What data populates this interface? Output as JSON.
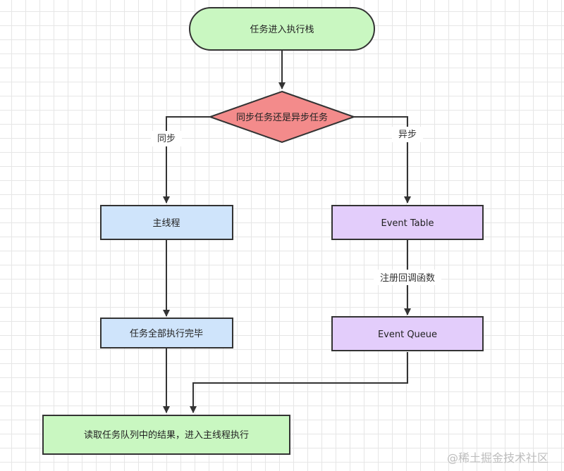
{
  "nodes": {
    "start": {
      "label": "任务进入执行栈",
      "fill": "#c9f7c1"
    },
    "decision": {
      "label": "同步任务还是异步任务",
      "fill": "#f38b8b"
    },
    "main_thread": {
      "label": "主线程",
      "fill": "#cfe4fb"
    },
    "event_table": {
      "label": "Event Table",
      "fill": "#e3cdfb"
    },
    "tasks_done": {
      "label": "任务全部执行完毕",
      "fill": "#cfe4fb"
    },
    "event_queue": {
      "label": "Event Queue",
      "fill": "#e3cdfb"
    },
    "read_queue": {
      "label": "读取任务队列中的结果，进入主线程执行",
      "fill": "#c9f7c1"
    }
  },
  "edges": {
    "sync_label": "同步",
    "async_label": "异步",
    "register_label": "注册回调函数"
  },
  "watermark": "@稀土掘金技术社区"
}
